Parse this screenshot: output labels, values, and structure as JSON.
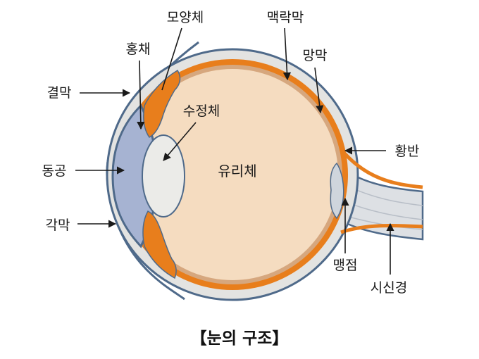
{
  "labels": {
    "ciliary_body": "모양체",
    "choroid": "맥락막",
    "iris": "홍채",
    "retina": "망막",
    "conjunctiva": "결막",
    "lens": "수정체",
    "macula": "황반",
    "pupil": "동공",
    "vitreous": "유리체",
    "cornea": "각막",
    "blind_spot": "맹점",
    "optic_nerve": "시신경"
  },
  "caption": "【눈의 구조】",
  "colors": {
    "outline": "#4f6a8a",
    "sclera": "#e3e3e1",
    "vitreous": "#f5dcc0",
    "choroid": "#e87e1c",
    "cornea": "#a6b3d2",
    "lens": "#ebebe8"
  }
}
